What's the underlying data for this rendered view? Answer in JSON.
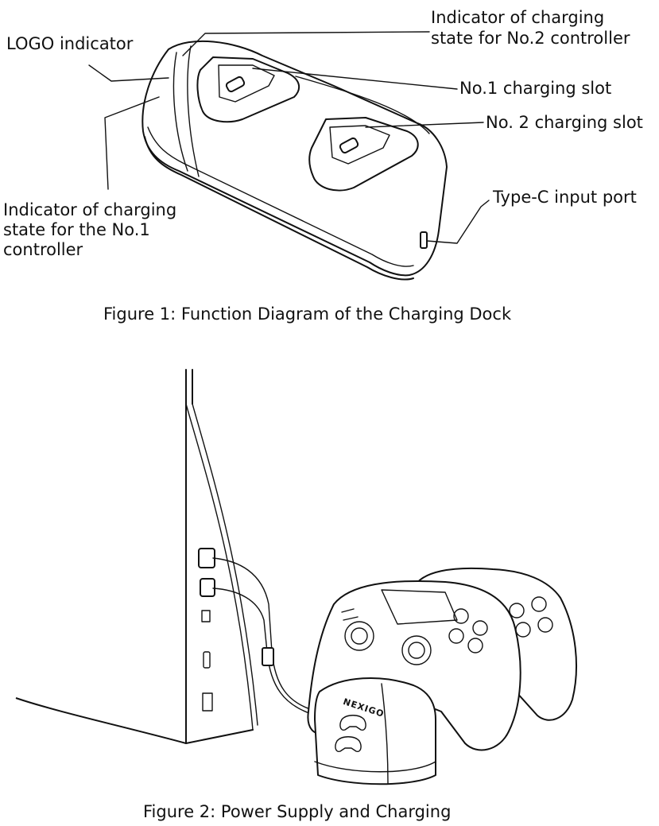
{
  "figure1": {
    "caption": "Figure 1: Function Diagram of the Charging Dock",
    "labels": {
      "logo_indicator": "LOGO indicator",
      "indicator_no2_line1": "Indicator of charging",
      "indicator_no2_line2": "state for No.2 controller",
      "slot1": "No.1 charging slot",
      "slot2": "No. 2 charging slot",
      "typec": "Type-C input port",
      "indicator_no1_line1": "Indicator of charging",
      "indicator_no1_line2": "state for the No.1",
      "indicator_no1_line3": "controller"
    }
  },
  "figure2": {
    "caption": "Figure 2:  Power Supply and Charging",
    "dock_brand": "NEXIGO"
  }
}
